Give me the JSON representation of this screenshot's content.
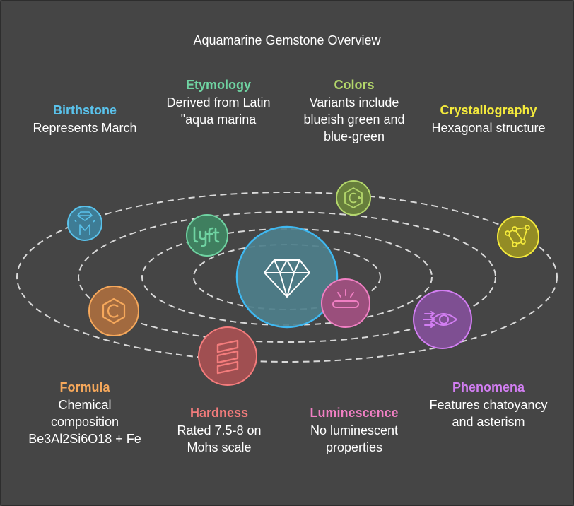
{
  "title": "Aquamarine Gemstone Overview",
  "colors": {
    "background": "#454545",
    "orbit": "#d9d9d9",
    "center_fill": "#4e7f8b",
    "center_stroke": "#3fb8f1"
  },
  "center": {
    "icon": "diamond-icon"
  },
  "topics": [
    {
      "key": "birthstone",
      "heading": "Birthstone",
      "description": "Represents March",
      "color": "#5ac2eb",
      "fill": "#3e7c95",
      "icon": "diamond-m-icon"
    },
    {
      "key": "etymology",
      "heading": "Etymology",
      "description": "Derived from Latin \"aqua marina",
      "color": "#6fd3a2",
      "fill": "#3f7f5f",
      "icon": "lyft-icon"
    },
    {
      "key": "colors",
      "heading": "Colors",
      "description": "Variants include blueish green and blue-green",
      "color": "#b3d66b",
      "fill": "#677e3c",
      "icon": "c-plus-icon"
    },
    {
      "key": "crystallography",
      "heading": "Crystallography",
      "description": "Hexagonal structure",
      "color": "#f4ea3c",
      "fill": "#938c25",
      "icon": "constellation-icon"
    },
    {
      "key": "formula",
      "heading": "Formula",
      "description": "Chemical composition Be3Al2Si6O18 + Fe",
      "color": "#f6a85b",
      "fill": "#a26a3f",
      "icon": "c-hexagon-icon"
    },
    {
      "key": "hardness",
      "heading": "Hardness",
      "description": "Rated 7.5-8 on Mohs scale",
      "color": "#f47c7c",
      "fill": "#a04f51",
      "icon": "scala-icon"
    },
    {
      "key": "luminescence",
      "heading": "Luminescence",
      "description": "No luminescent properties",
      "color": "#f07fc3",
      "fill": "#9a4f7c",
      "icon": "light-tube-icon"
    },
    {
      "key": "phenomena",
      "heading": "Phenomena",
      "description": "Features chatoyancy and asterism",
      "color": "#d27ef2",
      "fill": "#7e4f92",
      "icon": "eye-arrows-icon"
    }
  ]
}
